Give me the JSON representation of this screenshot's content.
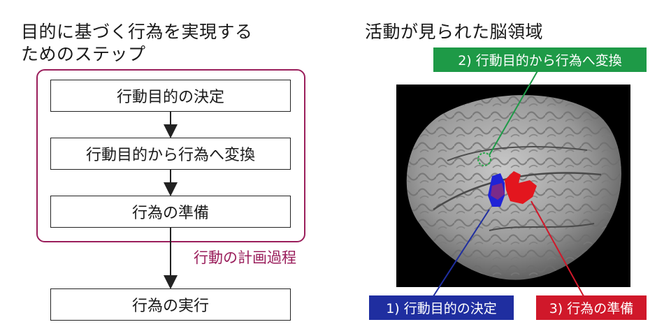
{
  "left_panel": {
    "title_line1": "目的に基づく行為を実現する",
    "title_line2": "ためのステップ",
    "steps": [
      "行動目的の決定",
      "行動目的から行為へ変換",
      "行為の準備",
      "行為の実行"
    ],
    "group_label": "行動の計画過程",
    "group_color": "#9a1e5b"
  },
  "right_panel": {
    "title": "活動が見られた脳領域",
    "labels": {
      "green": "2) 行動目的から行為へ変換",
      "blue": "1) 行動目的の決定",
      "red": "3) 行為の準備"
    },
    "colors": {
      "green": "#1e9a47",
      "blue": "#1f2ea0",
      "red": "#d0182a"
    }
  }
}
